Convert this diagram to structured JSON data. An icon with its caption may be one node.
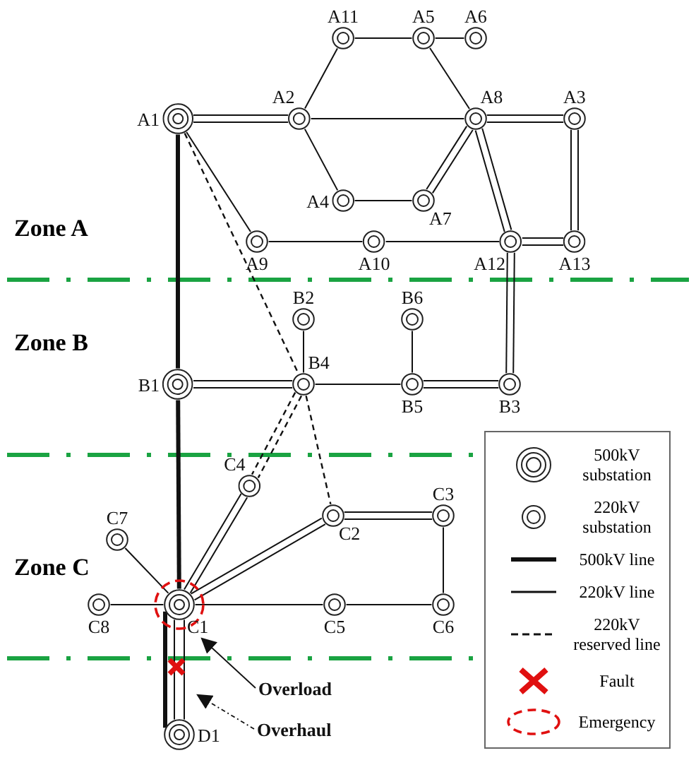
{
  "diagram": {
    "nodes": [
      {
        "text": [
          "A11"
        ]
      },
      {
        "text": [
          "A5"
        ]
      },
      {
        "text": [
          "A6"
        ]
      },
      {
        "text": [
          "A1"
        ]
      },
      {
        "text": [
          "A2"
        ]
      },
      {
        "text": [
          "A8"
        ]
      },
      {
        "text": [
          "A3"
        ]
      },
      {
        "text": [
          "A4"
        ]
      },
      {
        "text": [
          "A7"
        ]
      },
      {
        "text": [
          "A9"
        ]
      },
      {
        "text": [
          "A10"
        ]
      },
      {
        "text": [
          "A12"
        ]
      },
      {
        "text": [
          "A13"
        ]
      },
      {
        "text": [
          "B2"
        ]
      },
      {
        "text": [
          "B6"
        ]
      },
      {
        "text": [
          "B1"
        ]
      },
      {
        "text": [
          "B4"
        ]
      },
      {
        "text": [
          "B5"
        ]
      },
      {
        "text": [
          "B3"
        ]
      },
      {
        "text": [
          "C4"
        ]
      },
      {
        "text": [
          "C3"
        ]
      },
      {
        "text": [
          "C7"
        ]
      },
      {
        "text": [
          "C2"
        ]
      },
      {
        "text": [
          "C8"
        ]
      },
      {
        "text": [
          "C1"
        ]
      },
      {
        "text": [
          "C5"
        ]
      },
      {
        "text": [
          "C6"
        ]
      },
      {
        "text": [
          "D1"
        ]
      },
      {
        "text": [
          "Overload"
        ]
      },
      {
        "text": [
          "Overhaul"
        ]
      }
    ],
    "edges": [
      {
        "from": 3,
        "to": 4,
        "arrow": "none"
      },
      {
        "from": 3,
        "to": 4,
        "arrow": "none"
      },
      {
        "from": 4,
        "to": 0,
        "arrow": "none"
      },
      {
        "from": 0,
        "to": 1,
        "arrow": "none"
      },
      {
        "from": 1,
        "to": 2,
        "arrow": "none"
      },
      {
        "from": 1,
        "to": 5,
        "arrow": "none"
      },
      {
        "from": 4,
        "to": 5,
        "arrow": "none"
      },
      {
        "from": 4,
        "to": 7,
        "arrow": "none"
      },
      {
        "from": 7,
        "to": 8,
        "arrow": "none"
      },
      {
        "from": 5,
        "to": 8,
        "arrow": "none"
      },
      {
        "from": 5,
        "to": 8,
        "arrow": "none"
      },
      {
        "from": 5,
        "to": 6,
        "arrow": "none"
      },
      {
        "from": 5,
        "to": 6,
        "arrow": "none"
      },
      {
        "from": 5,
        "to": 11,
        "arrow": "none"
      },
      {
        "from": 5,
        "to": 11,
        "arrow": "none"
      },
      {
        "from": 6,
        "to": 12,
        "arrow": "none"
      },
      {
        "from": 6,
        "to": 12,
        "arrow": "none"
      },
      {
        "from": 11,
        "to": 12,
        "arrow": "none"
      },
      {
        "from": 11,
        "to": 12,
        "arrow": "none"
      },
      {
        "from": 3,
        "to": 9,
        "arrow": "none"
      },
      {
        "from": 9,
        "to": 10,
        "arrow": "none"
      },
      {
        "from": 10,
        "to": 11,
        "arrow": "none"
      },
      {
        "from": 11,
        "to": 18,
        "arrow": "none"
      },
      {
        "from": 11,
        "to": 18,
        "arrow": "none"
      },
      {
        "from": 3,
        "to": 15,
        "arrow": "none",
        "style": "thick"
      },
      {
        "from": 15,
        "to": 16,
        "arrow": "none"
      },
      {
        "from": 15,
        "to": 16,
        "arrow": "none"
      },
      {
        "from": 13,
        "to": 16,
        "arrow": "none"
      },
      {
        "from": 16,
        "to": 17,
        "arrow": "none"
      },
      {
        "from": 14,
        "to": 17,
        "arrow": "none"
      },
      {
        "from": 17,
        "to": 18,
        "arrow": "none"
      },
      {
        "from": 17,
        "to": 18,
        "arrow": "none"
      },
      {
        "from": 3,
        "to": 16,
        "arrow": "none",
        "style": "dashed"
      },
      {
        "from": 15,
        "to": 24,
        "arrow": "none",
        "style": "thick"
      },
      {
        "from": 16,
        "to": 19,
        "arrow": "none",
        "style": "dashed"
      },
      {
        "from": 16,
        "to": 19,
        "arrow": "none",
        "style": "dashed"
      },
      {
        "from": 16,
        "to": 22,
        "arrow": "none",
        "style": "dashed"
      },
      {
        "from": 24,
        "to": 19,
        "arrow": "none"
      },
      {
        "from": 24,
        "to": 19,
        "arrow": "none"
      },
      {
        "from": 24,
        "to": 22,
        "arrow": "none"
      },
      {
        "from": 24,
        "to": 22,
        "arrow": "none"
      },
      {
        "from": 22,
        "to": 20,
        "arrow": "none"
      },
      {
        "from": 22,
        "to": 20,
        "arrow": "none"
      },
      {
        "from": 20,
        "to": 26,
        "arrow": "none"
      },
      {
        "from": 21,
        "to": 24,
        "arrow": "none"
      },
      {
        "from": 23,
        "to": 24,
        "arrow": "none"
      },
      {
        "from": 24,
        "to": 25,
        "arrow": "none"
      },
      {
        "from": 25,
        "to": 26,
        "arrow": "none"
      },
      {
        "from": 24,
        "to": 27,
        "arrow": "none",
        "style": "thick"
      },
      {
        "from": 24,
        "to": 27,
        "arrow": "none"
      },
      {
        "from": 24,
        "to": 27,
        "arrow": "none"
      },
      {
        "from": 28,
        "to": 24,
        "arrow": "to"
      },
      {
        "from": 29,
        "to": 24,
        "arrow": "to",
        "style": "dashed"
      }
    ],
    "labels": [
      "Zone A",
      "Zone B",
      "Zone C"
    ],
    "legend": [
      {
        "text": "500kV substation"
      },
      {
        "text": "220kV substation"
      },
      {
        "text": "500kV line"
      },
      {
        "text": "220kV line"
      },
      {
        "text": "220kV reserved line"
      },
      {
        "text": "Fault"
      },
      {
        "text": "Emergency"
      }
    ]
  }
}
